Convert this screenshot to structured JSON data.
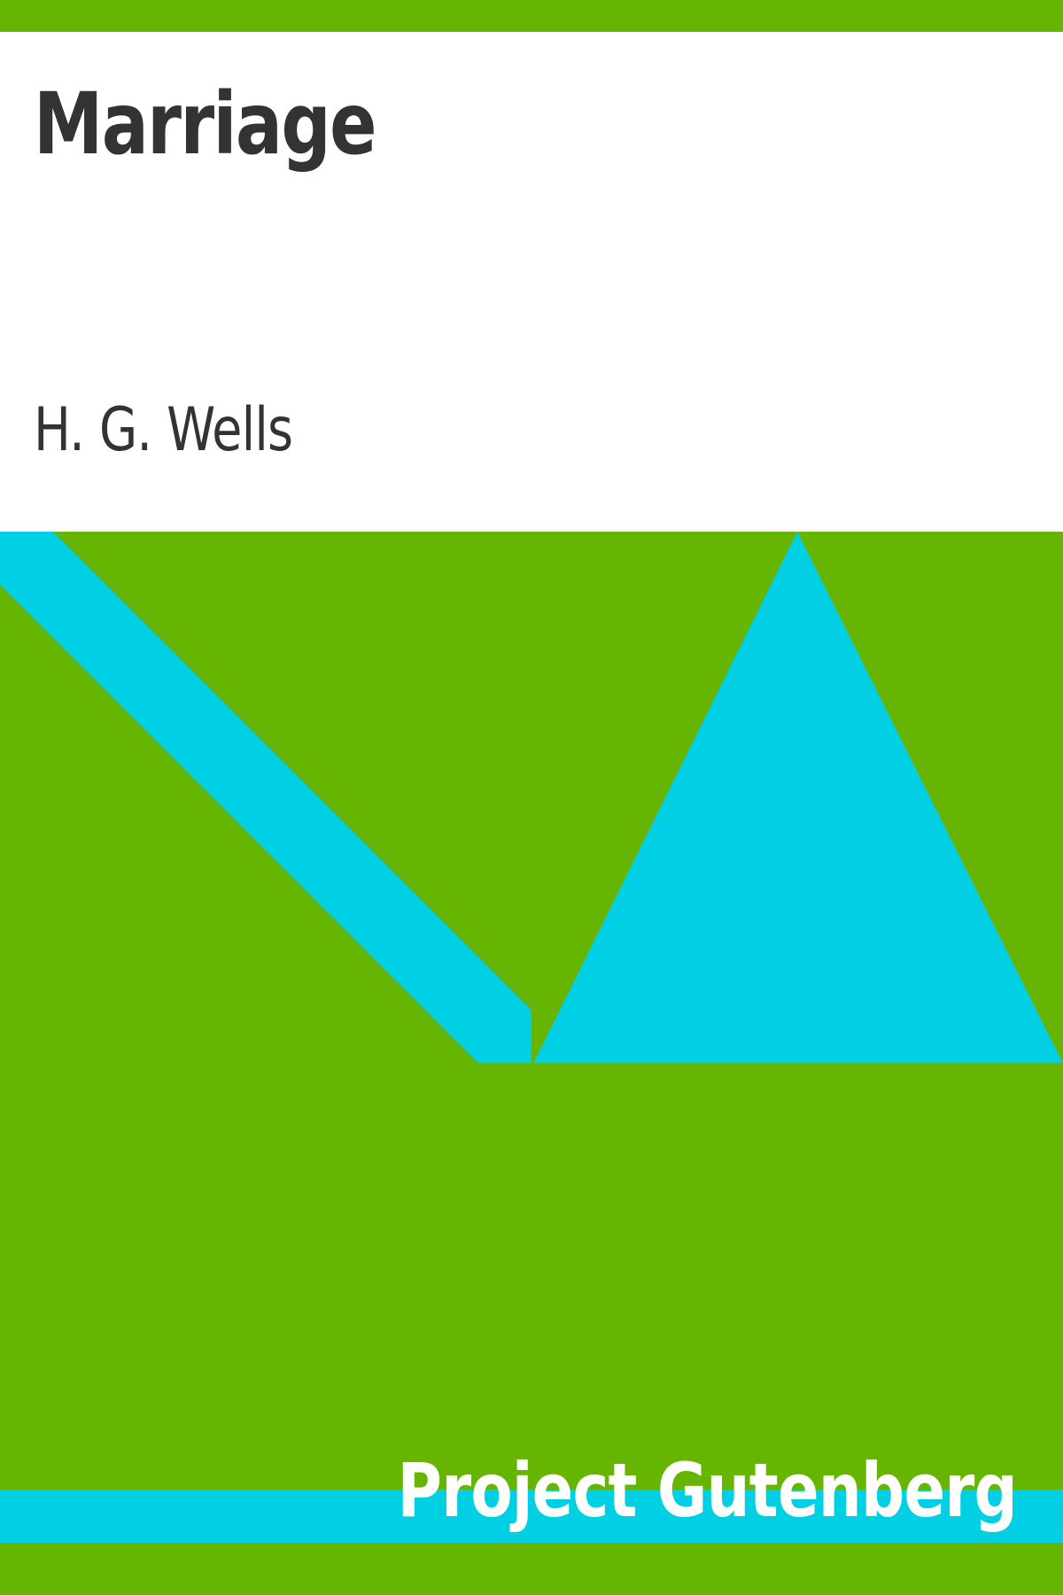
{
  "cover": {
    "title": "Marriage",
    "author": "H. G. Wells",
    "publisher": "Project Gutenberg"
  },
  "colors": {
    "background_green": "#66b502",
    "accent_cyan": "#00cfe4",
    "title_panel": "#ffffff",
    "text_dark": "#333333",
    "publisher_text": "#ffffff"
  }
}
